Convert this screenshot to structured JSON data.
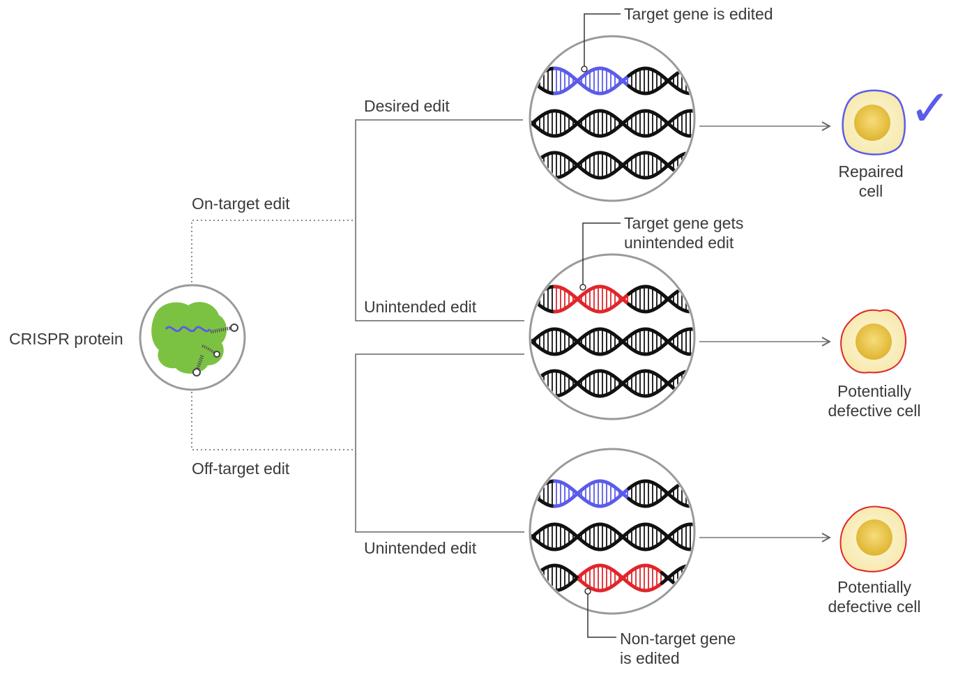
{
  "source": {
    "label": "CRISPR protein"
  },
  "branches": {
    "on_target": "On-target edit",
    "off_target": "Off-target edit"
  },
  "edits": {
    "desired": "Desired edit",
    "unintended_1": "Unintended edit",
    "unintended_2": "Unintended edit"
  },
  "callouts": {
    "target_edited": "Target gene is edited",
    "target_unintended_line1": "Target gene gets",
    "target_unintended_line2": "unintended edit",
    "nontarget_line1": "Non-target gene",
    "nontarget_line2": "is edited"
  },
  "outcomes": {
    "repaired_line1": "Repaired",
    "repaired_line2": "cell",
    "defective1_line1": "Potentially",
    "defective1_line2": "defective cell",
    "defective2_line1": "Potentially",
    "defective2_line2": "defective cell"
  },
  "colors": {
    "target_dna": "#5b5bea",
    "error_dna": "#e0262b",
    "protein": "#7cc242",
    "line": "#8a8a8a",
    "cell_fill": "#f8eec0",
    "nucleus": "#e9c544",
    "check": "#5b5bea"
  },
  "icons": {
    "check": "✓"
  }
}
